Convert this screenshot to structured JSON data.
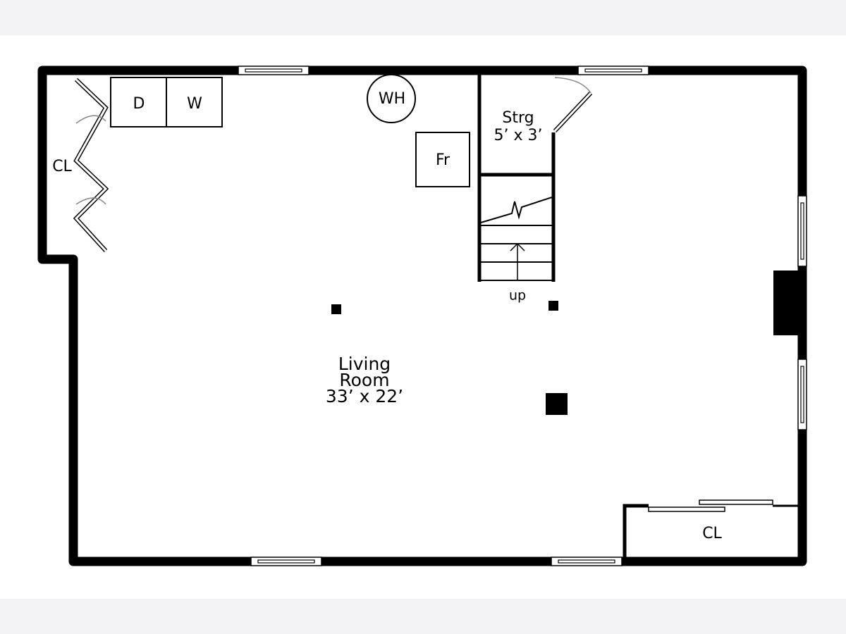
{
  "colors": {
    "wall": "#000000",
    "door_swing": "#888888",
    "page_bg": "#f3f3f5",
    "canvas_bg": "#ffffff"
  },
  "labels": {
    "dryer": "D",
    "washer": "W",
    "water_heater": "WH",
    "fridge": "Fr",
    "storage_name": "Strg",
    "storage_dims": "5’ x 3’",
    "closet_left": "CL",
    "closet_bottom": "CL",
    "stairs_direction": "up",
    "room_name_line1": "Living",
    "room_name_line2": "Room",
    "room_dims": "33’ x 22’"
  }
}
